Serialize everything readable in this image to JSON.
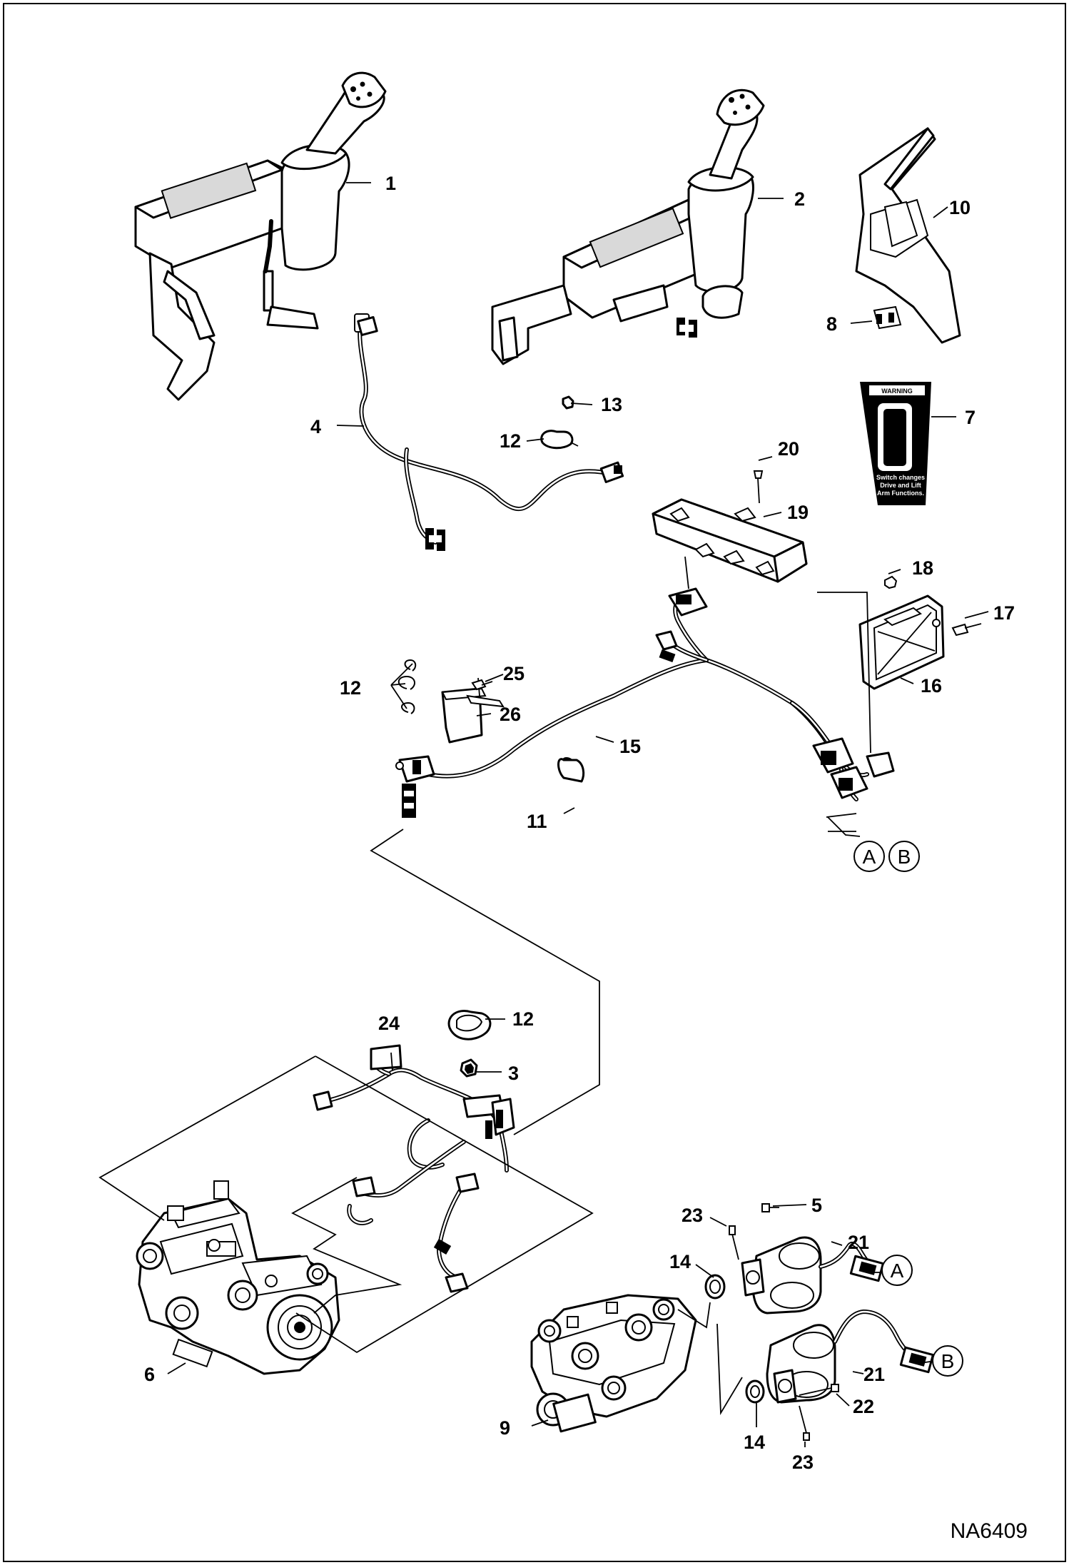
{
  "diagram": {
    "drawing_id": "NA6409",
    "callouts": [
      {
        "id": "c1",
        "label": "1"
      },
      {
        "id": "c2",
        "label": "2"
      },
      {
        "id": "c3",
        "label": "3"
      },
      {
        "id": "c4",
        "label": "4"
      },
      {
        "id": "c5",
        "label": "5"
      },
      {
        "id": "c6",
        "label": "6"
      },
      {
        "id": "c7",
        "label": "7"
      },
      {
        "id": "c8",
        "label": "8"
      },
      {
        "id": "c9",
        "label": "9"
      },
      {
        "id": "c10",
        "label": "10"
      },
      {
        "id": "c11",
        "label": "11"
      },
      {
        "id": "c12a",
        "label": "12"
      },
      {
        "id": "c12b",
        "label": "12"
      },
      {
        "id": "c12c",
        "label": "12"
      },
      {
        "id": "c13",
        "label": "13"
      },
      {
        "id": "c14a",
        "label": "14"
      },
      {
        "id": "c14b",
        "label": "14"
      },
      {
        "id": "c15",
        "label": "15"
      },
      {
        "id": "c16",
        "label": "16"
      },
      {
        "id": "c17",
        "label": "17"
      },
      {
        "id": "c18",
        "label": "18"
      },
      {
        "id": "c19",
        "label": "19"
      },
      {
        "id": "c20",
        "label": "20"
      },
      {
        "id": "c21a",
        "label": "21"
      },
      {
        "id": "c21b",
        "label": "21"
      },
      {
        "id": "c22",
        "label": "22"
      },
      {
        "id": "c23a",
        "label": "23"
      },
      {
        "id": "c23b",
        "label": "23"
      },
      {
        "id": "c24",
        "label": "24"
      },
      {
        "id": "c25",
        "label": "25"
      },
      {
        "id": "c26",
        "label": "26"
      }
    ],
    "connectors": {
      "a": "A",
      "b": "B"
    },
    "decal": {
      "header": "WARNING",
      "line1": "Switch changes",
      "line2": "Drive and Lift",
      "line3": "Arm Functions."
    }
  }
}
